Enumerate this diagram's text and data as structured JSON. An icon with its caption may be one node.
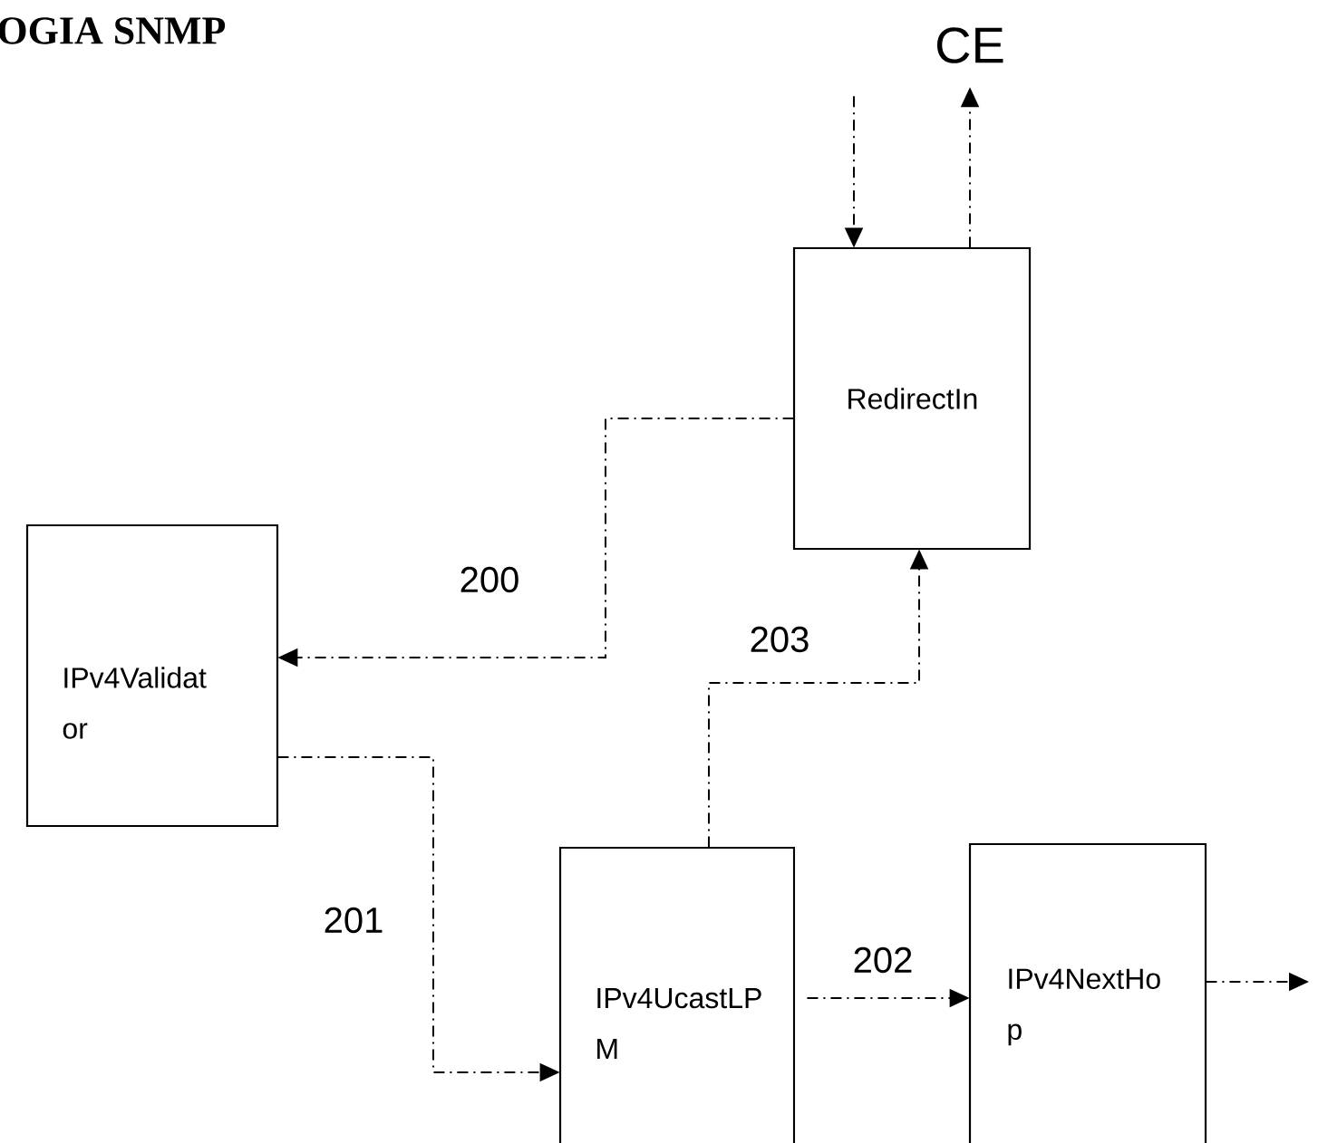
{
  "diagram": {
    "title": "OGIA SNMP",
    "nodes": [
      {
        "text": [
          "CE"
        ]
      },
      {
        "text": [
          "RedirectIn"
        ]
      },
      {
        "text": [
          "IPv4Validat or"
        ]
      },
      {
        "text": [
          "IPv4UcastLP M"
        ]
      },
      {
        "text": [
          "IPv4NextHo p"
        ]
      }
    ],
    "edges": [
      {
        "from": 0,
        "to": 1,
        "arrow": "to"
      },
      {
        "from": 1,
        "to": 0,
        "arrow": "to"
      },
      {
        "from": 1,
        "to": 2,
        "arrow": "to",
        "label": "200"
      },
      {
        "from": 2,
        "to": 3,
        "arrow": "to",
        "label": "201"
      },
      {
        "from": 3,
        "to": 4,
        "arrow": "to",
        "label": "202"
      },
      {
        "from": 3,
        "to": 1,
        "arrow": "to",
        "label": "203"
      },
      {
        "from": 4,
        "to": null,
        "arrow": "to"
      }
    ]
  }
}
